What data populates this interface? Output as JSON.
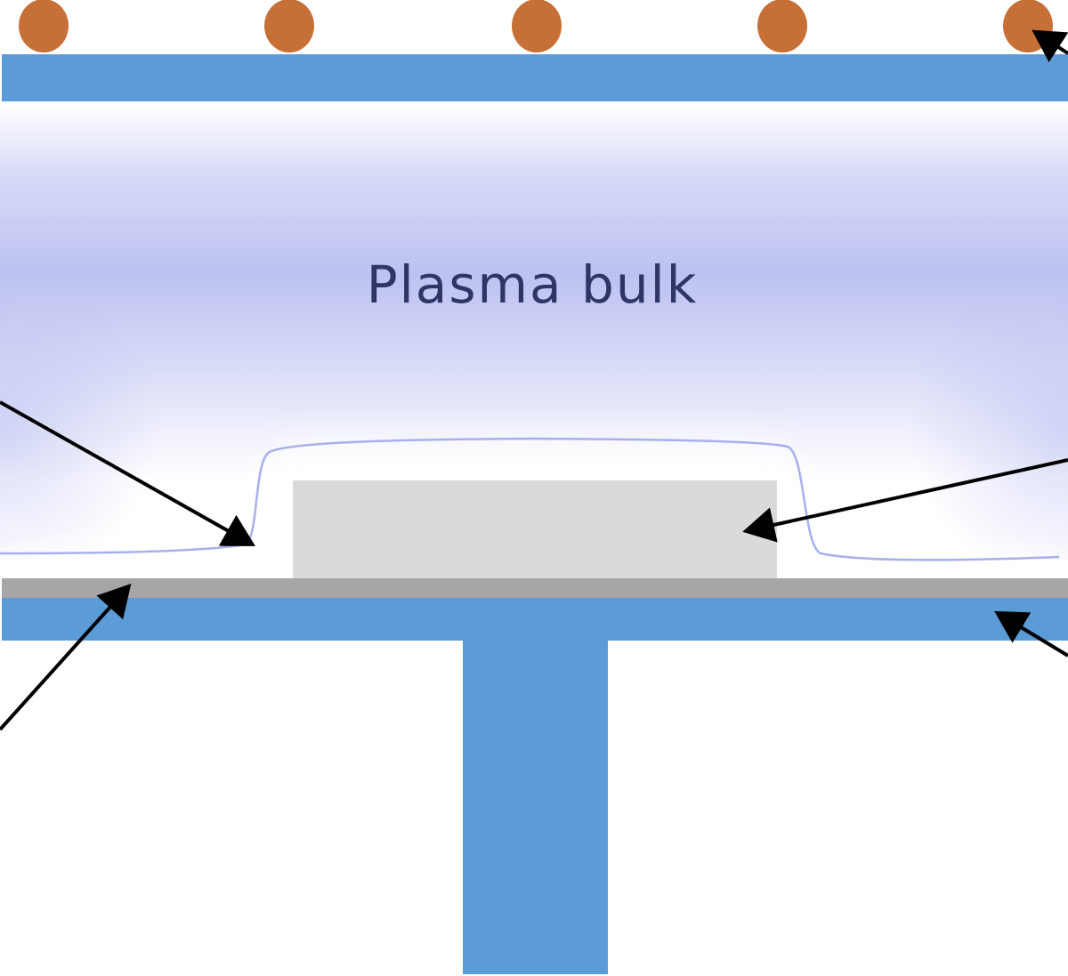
{
  "plasma": {
    "label": "Plasma bulk",
    "glow_color": "#b9bef0",
    "sheath_line_color": "#a7b0ec"
  },
  "colors": {
    "electrode": "#5b9bd7",
    "coil": "#c66f36",
    "substrate": "#a6a6a6",
    "wafer": "#dadada",
    "label_text": "#2f3666",
    "arrow": "#000000"
  },
  "components": {
    "top_electrode": "electrode",
    "coils": "coil",
    "substrate_layer": "substrate",
    "wafer": "wafer",
    "bottom_electrode": "electrode",
    "electrode_stem": "electrode"
  }
}
